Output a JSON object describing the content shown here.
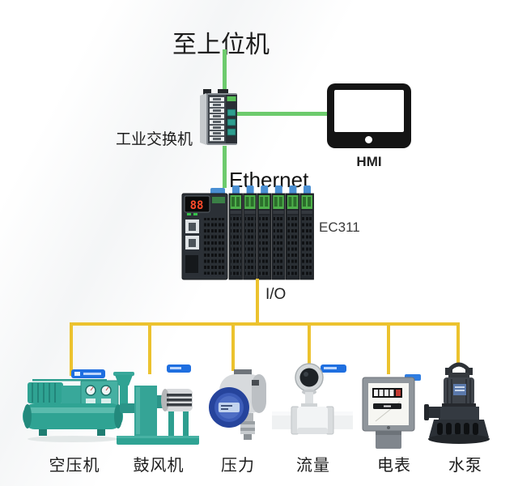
{
  "title": "至上位机",
  "colors": {
    "ethernet_line": "#6dcb6d",
    "io_line": "#ecc22e",
    "machine_teal": "#2fa393",
    "tag_blue": "#1f6fe0",
    "cpu_display_red": "#ff4b2a"
  },
  "network": {
    "switch_label": "工业交换机",
    "hmi_label": "HMI",
    "ethernet_label": "Ethernet",
    "controller_label": "EC311",
    "controller_display": "88",
    "io_label": "I/O"
  },
  "devices": [
    {
      "id": "air-compressor",
      "label": "空压机"
    },
    {
      "id": "blower",
      "label": "鼓风机"
    },
    {
      "id": "pressure-transmitter",
      "label": "压力"
    },
    {
      "id": "flow-meter",
      "label": "流量"
    },
    {
      "id": "power-meter",
      "label": "电表"
    },
    {
      "id": "water-pump",
      "label": "水泵"
    }
  ]
}
